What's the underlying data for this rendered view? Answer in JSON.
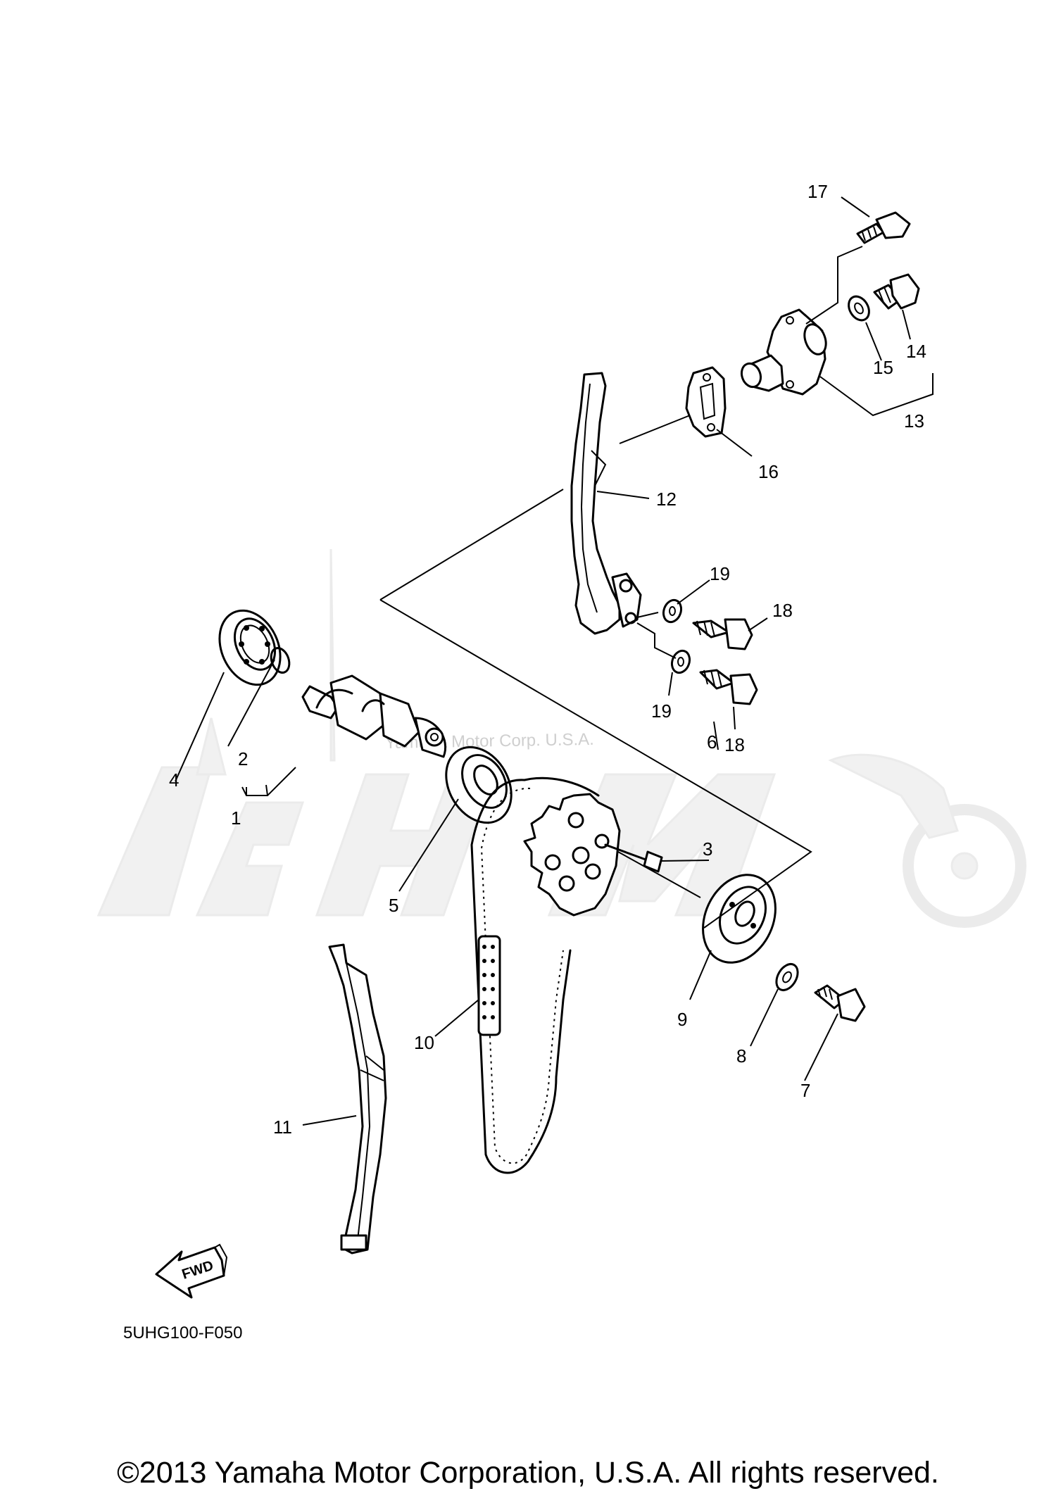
{
  "diagram": {
    "watermark_text": "Yamaha Motor Corp. U.S.A.",
    "diagram_code": "5UHG100-F050",
    "fwd_label": "FWD",
    "callouts": [
      "1",
      "2",
      "3",
      "4",
      "5",
      "6",
      "7",
      "8",
      "9",
      "10",
      "11",
      "12",
      "13",
      "14",
      "15",
      "16",
      "17",
      "18",
      "18",
      "19",
      "19"
    ]
  },
  "footer": {
    "copyright": "©2013 Yamaha Motor Corporation, U.S.A. All rights reserved."
  }
}
